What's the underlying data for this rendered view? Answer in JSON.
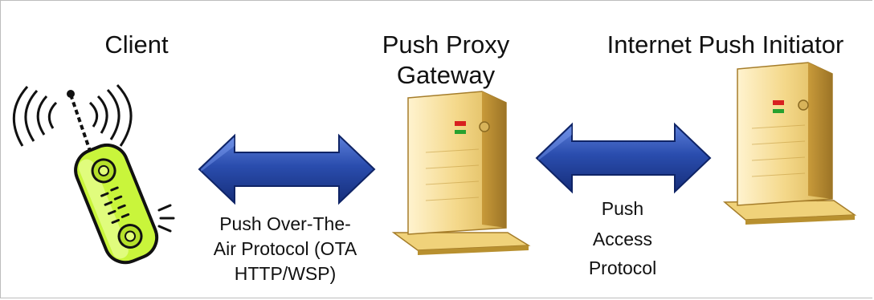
{
  "nodes": {
    "client": "Client",
    "gateway_line1": "Push Proxy",
    "gateway_line2": "Gateway",
    "initiator": "Internet Push Initiator"
  },
  "links": {
    "ota_line1": "Push Over-The-",
    "ota_line2": "Air Protocol (OTA",
    "ota_line3": "HTTP/WSP)",
    "pap_line1": "Push",
    "pap_line2": "Access",
    "pap_line3": "Protocol"
  },
  "colors": {
    "arrow": "#1f3f9e",
    "server": "#e9c46a",
    "phone": "#c9f53b"
  },
  "icons": {
    "client": "cell-phone-icon",
    "gateway": "server-tower-icon",
    "initiator": "server-tower-icon"
  }
}
